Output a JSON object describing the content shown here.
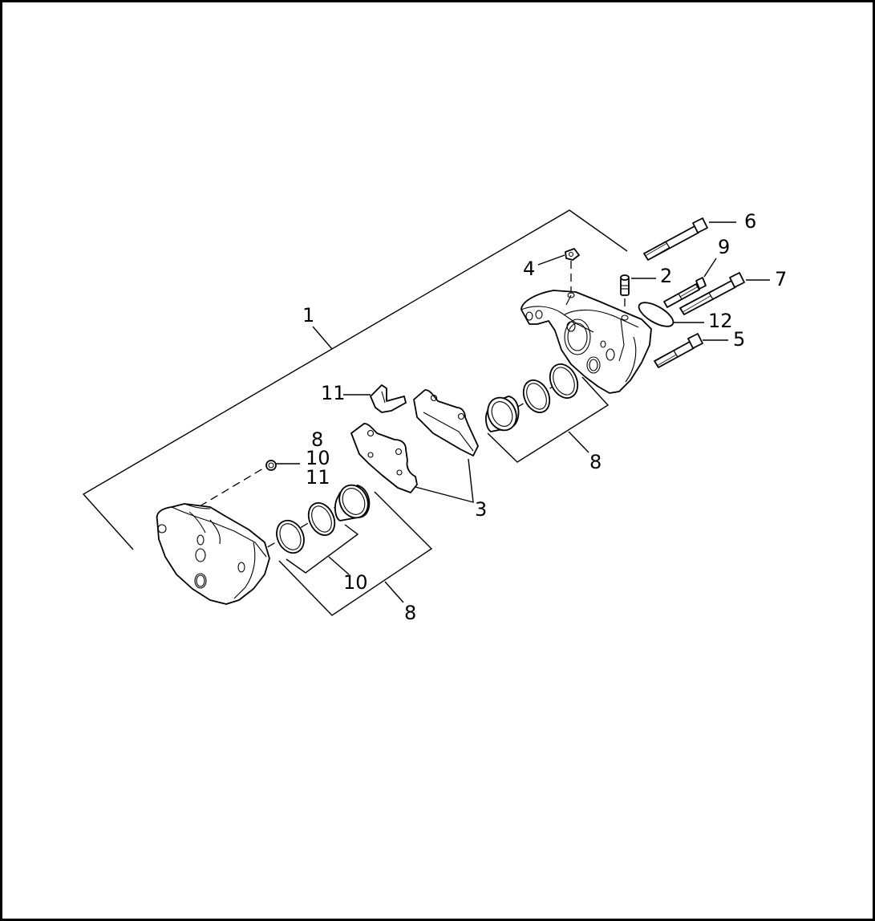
{
  "diagram": {
    "callouts": {
      "c1": "1",
      "c2": "2",
      "c3": "3",
      "c4": "4",
      "c5": "5",
      "c6": "6",
      "c7": "7",
      "c8_right": "8",
      "c8_bottom": "8",
      "c8_stack": "8",
      "c9": "9",
      "c10_stack": "10",
      "c10_bottom": "10",
      "c11_stack": "11",
      "c11_clip": "11",
      "c12": "12"
    },
    "colors": {
      "line": "#000000",
      "background": "#ffffff"
    }
  }
}
